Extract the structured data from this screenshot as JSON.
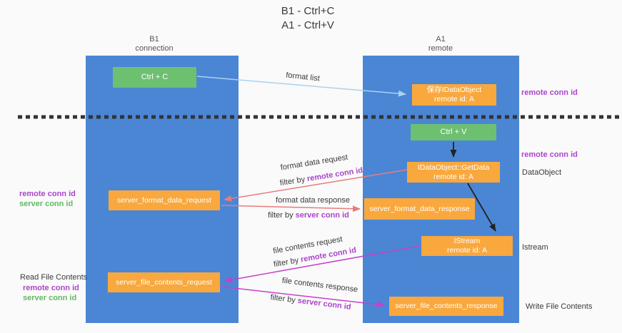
{
  "title": {
    "line1": "B1 - Ctrl+C",
    "line2": "A1 - Ctrl+V"
  },
  "lanes": {
    "left": {
      "name": "B1",
      "role": "connection"
    },
    "right": {
      "name": "A1",
      "role": "remote"
    }
  },
  "boxes": {
    "ctrl_c": "Ctrl + C",
    "ctrl_v": "Ctrl + V",
    "save_dataobject_line1": "保存IDataObject",
    "save_dataobject_line2": "remote id: A",
    "getdata_line1": "IDataObject::GetData",
    "getdata_line2": "remote id: A",
    "format_request": "server_format_data_request",
    "format_response": "server_format_data_response",
    "istream_line1": "IStream",
    "istream_line2": "remote id: A",
    "file_request": "server_file_contents_request",
    "file_response": "server_file_contents_response"
  },
  "flow_labels": {
    "format_list": "format list",
    "format_request": "format data request",
    "format_request_filter": "filter by ",
    "format_request_filter_id": "remote conn id",
    "format_response": "format data response",
    "format_response_filter": "filter by ",
    "format_response_filter_id": "server conn id",
    "file_request": "file contents request",
    "file_request_filter": "filter by ",
    "file_request_filter_id": "remote conn id",
    "file_response": "file contents response",
    "file_response_filter": "filter by ",
    "file_response_filter_id": "server conn id"
  },
  "annotations": {
    "right_remote_conn_id_1": "remote conn id",
    "right_remote_conn_id_2": "remote conn id",
    "right_dataobject": "DataObject",
    "right_istream": "Istream",
    "right_write_file": "Write File Contents",
    "left_remote_conn_id_1": "remote conn id",
    "left_server_conn_id_1": "server conn id",
    "left_read_file": "Read File Contents",
    "left_remote_conn_id_2": "remote conn id",
    "left_server_conn_id_2": "server conn id"
  },
  "colors": {
    "lane_blue": "#4b86d5",
    "box_green": "#6ec071",
    "box_orange": "#f9a83e",
    "arrow_light_blue": "#a9d2f0",
    "arrow_salmon": "#e87c7c",
    "arrow_magenta": "#c93fc9",
    "arrow_black": "#222222",
    "text_purple": "#ab44cb",
    "text_green": "#5fba61",
    "background": "#fafafa"
  }
}
